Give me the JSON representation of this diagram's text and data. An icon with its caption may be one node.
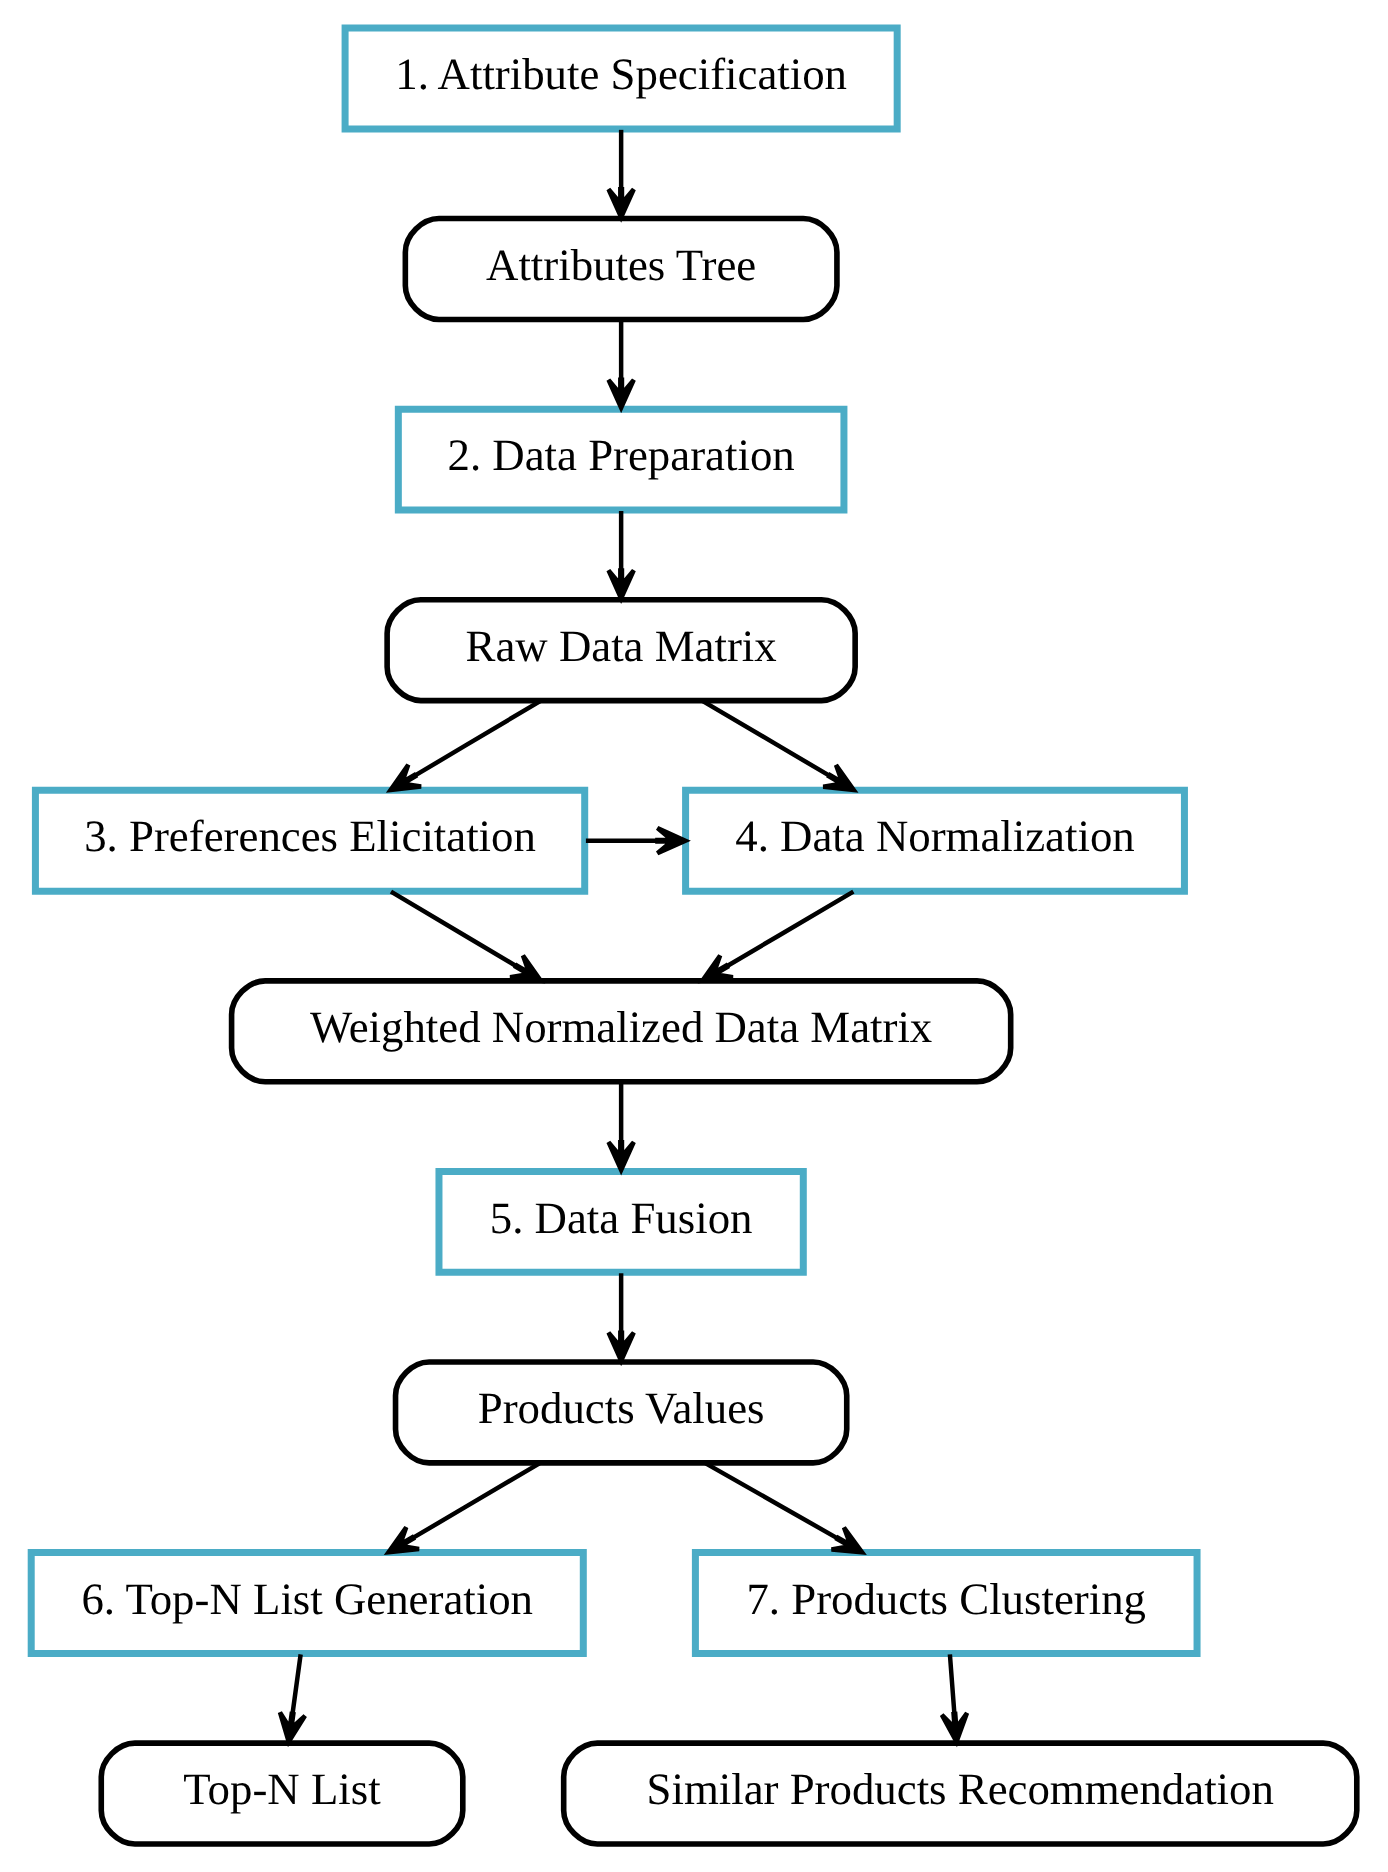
{
  "diagram": {
    "nodes": [
      {
        "text": [
          "1. Attribute Specification"
        ]
      },
      {
        "text": [
          "Attributes Tree"
        ]
      },
      {
        "text": [
          "2. Data Preparation"
        ]
      },
      {
        "text": [
          "Raw Data Matrix"
        ]
      },
      {
        "text": [
          "3. Preferences Elicitation"
        ]
      },
      {
        "text": [
          "4. Data Normalization"
        ]
      },
      {
        "text": [
          "Weighted Normalized Data Matrix"
        ]
      },
      {
        "text": [
          "5. Data Fusion"
        ]
      },
      {
        "text": [
          "Products Values"
        ]
      },
      {
        "text": [
          "6. Top-N List Generation"
        ]
      },
      {
        "text": [
          "7. Products Clustering"
        ]
      },
      {
        "text": [
          "Top-N List"
        ]
      },
      {
        "text": [
          "Similar Products Recommendation"
        ]
      }
    ],
    "edges": [
      {
        "from": 0,
        "to": 1,
        "arrow": "to"
      },
      {
        "from": 1,
        "to": 2,
        "arrow": "to"
      },
      {
        "from": 2,
        "to": 3,
        "arrow": "to"
      },
      {
        "from": 3,
        "to": 4,
        "arrow": "to"
      },
      {
        "from": 3,
        "to": 5,
        "arrow": "to"
      },
      {
        "from": 4,
        "to": 5,
        "arrow": "to"
      },
      {
        "from": 4,
        "to": 6,
        "arrow": "to"
      },
      {
        "from": 5,
        "to": 6,
        "arrow": "to"
      },
      {
        "from": 6,
        "to": 7,
        "arrow": "to"
      },
      {
        "from": 7,
        "to": 8,
        "arrow": "to"
      },
      {
        "from": 8,
        "to": 9,
        "arrow": "to"
      },
      {
        "from": 8,
        "to": 10,
        "arrow": "to"
      },
      {
        "from": 9,
        "to": 11,
        "arrow": "to"
      },
      {
        "from": 10,
        "to": 12,
        "arrow": "to"
      }
    ]
  }
}
